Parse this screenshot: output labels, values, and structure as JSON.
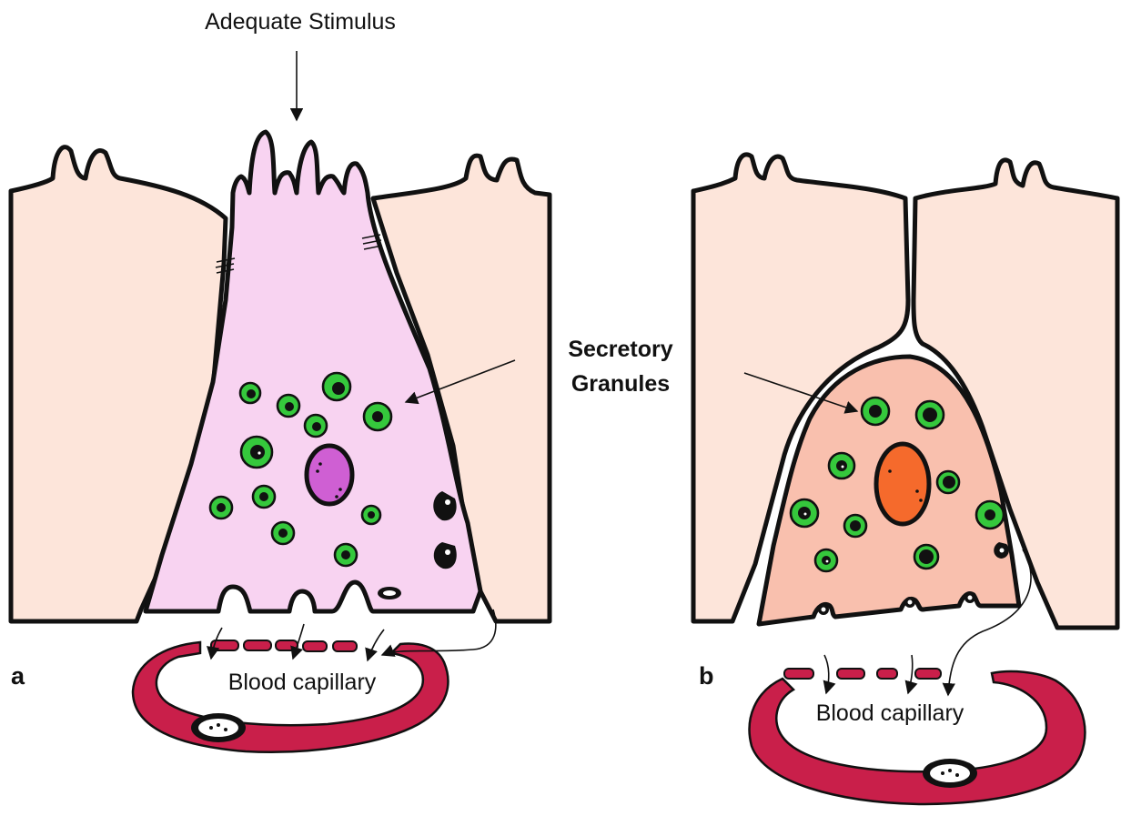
{
  "labels": {
    "stimulus": "Adequate Stimulus",
    "granules_line1": "Secretory",
    "granules_line2": "Granules",
    "panel_a": "a",
    "panel_b": "b",
    "capillary_a": "Blood capillary",
    "capillary_b": "Blood capillary"
  },
  "colors": {
    "neighbor_cell": "#fde5da",
    "active_cell": "#f8d3f1",
    "resting_cell": "#f9c0ae",
    "active_nucleus": "#cf5fd3",
    "resting_nucleus": "#f56a2c",
    "granule": "#35c83c",
    "capillary_wall": "#c91f4a",
    "outline": "#111111"
  }
}
